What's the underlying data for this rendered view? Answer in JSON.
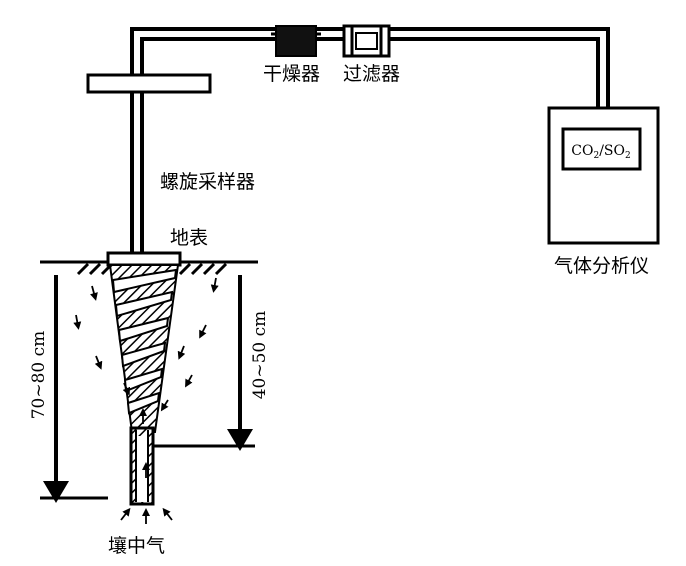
{
  "labels": {
    "dryer": "干燥器",
    "filter": "过滤器",
    "sampler": "螺旋采样器",
    "surface": "地表",
    "analyzer": "气体分析仪",
    "soil_gas": "壤中气"
  },
  "analyzer_display": {
    "co": "CO",
    "sub1": "2",
    "slash": "/SO",
    "sub2": "2"
  },
  "dimensions": {
    "outer_depth": "70~80 cm",
    "inner_depth": "40~50 cm"
  }
}
